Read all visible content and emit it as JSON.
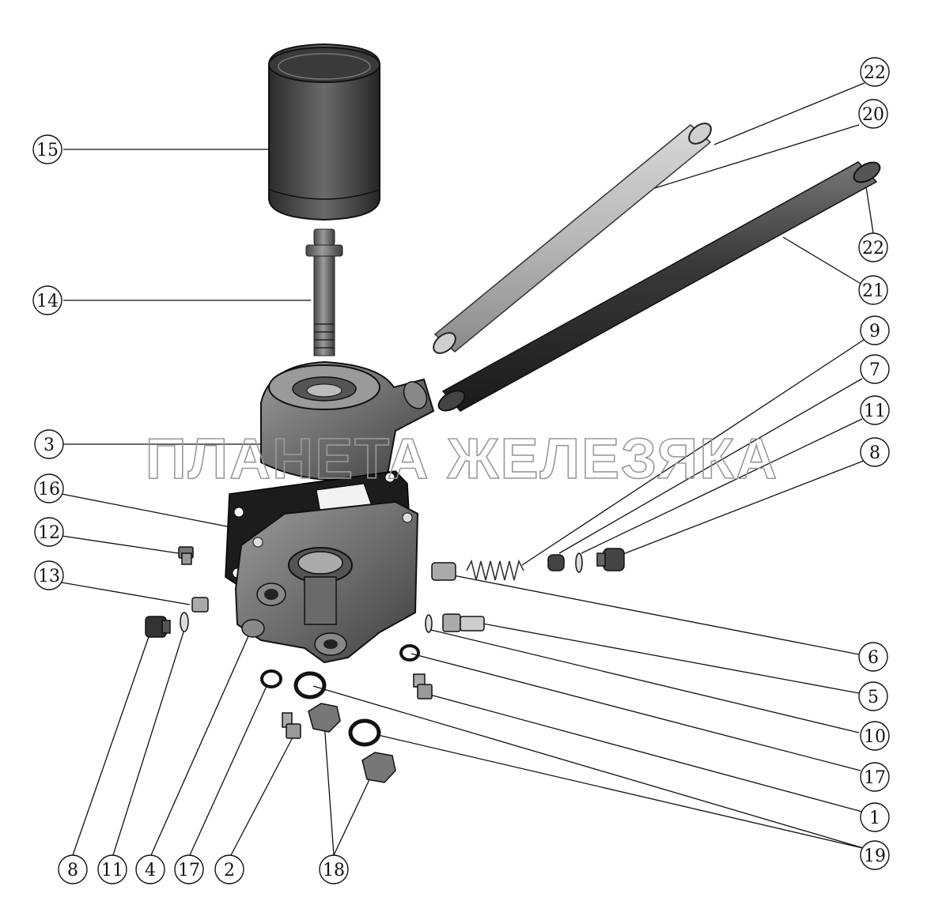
{
  "watermark": "ПЛАНЕТА ЖЕЛЕЗЯКА",
  "callouts": [
    {
      "id": "c22a",
      "label": "22"
    },
    {
      "id": "c20",
      "label": "20"
    },
    {
      "id": "c15",
      "label": "15"
    },
    {
      "id": "c22b",
      "label": "22"
    },
    {
      "id": "c21",
      "label": "21"
    },
    {
      "id": "c14",
      "label": "14"
    },
    {
      "id": "c9",
      "label": "9"
    },
    {
      "id": "c7",
      "label": "7"
    },
    {
      "id": "c11r",
      "label": "11"
    },
    {
      "id": "c8r",
      "label": "8"
    },
    {
      "id": "c3",
      "label": "3"
    },
    {
      "id": "c16",
      "label": "16"
    },
    {
      "id": "c12",
      "label": "12"
    },
    {
      "id": "c13",
      "label": "13"
    },
    {
      "id": "c6",
      "label": "6"
    },
    {
      "id": "c5",
      "label": "5"
    },
    {
      "id": "c10",
      "label": "10"
    },
    {
      "id": "c17r",
      "label": "17"
    },
    {
      "id": "c1",
      "label": "1"
    },
    {
      "id": "c19",
      "label": "19"
    },
    {
      "id": "c8b",
      "label": "8"
    },
    {
      "id": "c11b",
      "label": "11"
    },
    {
      "id": "c4",
      "label": "4"
    },
    {
      "id": "c17b",
      "label": "17"
    },
    {
      "id": "c2",
      "label": "2"
    },
    {
      "id": "c18",
      "label": "18"
    }
  ]
}
